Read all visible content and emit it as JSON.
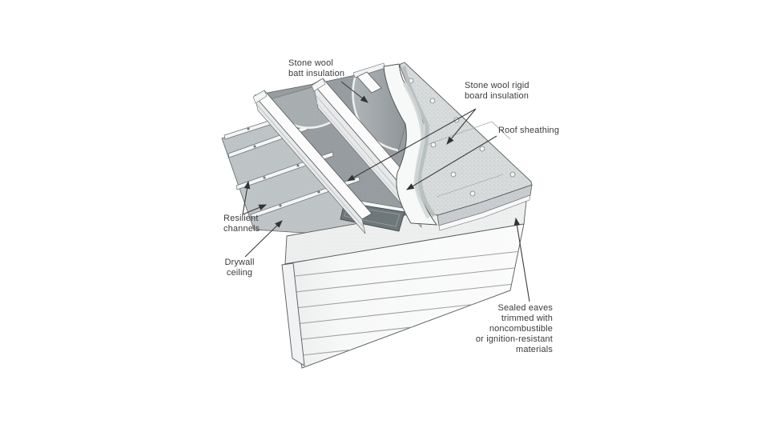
{
  "figure": {
    "kind": "technical line illustration",
    "subject": "Cutaway of a roof eave assembly showing stone wool insulation layers",
    "background_color": "#ffffff",
    "line_color": "#3d3d3d",
    "text_color": "#3b3b3b",
    "surface_light": "#d8dbdc",
    "surface_mid": "#a8adaf",
    "surface_dark": "#6e777a"
  },
  "labels": {
    "batt": {
      "text": "Stone wool\nbatt insulation"
    },
    "rigid": {
      "text": "Stone wool rigid\nboard insulation"
    },
    "sheathing": {
      "text": "Roof sheathing"
    },
    "resilient": {
      "text": "Resilient\nchannels"
    },
    "drywall": {
      "text": "Drywall\nceiling"
    },
    "sealed": {
      "text": "Sealed eaves\ntrimmed with\nnoncombustible\nor ignition-resistant\nmaterials"
    }
  }
}
